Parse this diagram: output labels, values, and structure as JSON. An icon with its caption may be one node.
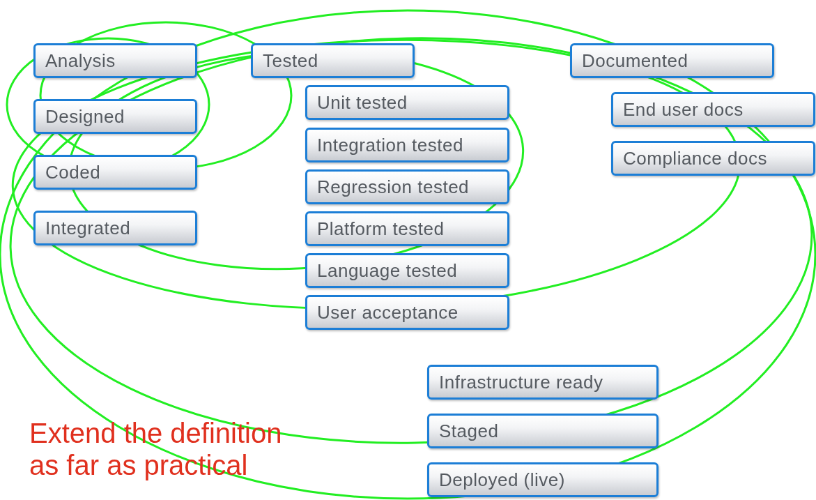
{
  "diagram": {
    "nodes": [
      {
        "text": [
          "Analysis"
        ]
      },
      {
        "text": [
          "Designed"
        ]
      },
      {
        "text": [
          "Coded"
        ]
      },
      {
        "text": [
          "Integrated"
        ]
      },
      {
        "text": [
          "Tested"
        ]
      },
      {
        "text": [
          "Unit tested"
        ]
      },
      {
        "text": [
          "Integration tested"
        ]
      },
      {
        "text": [
          "Regression tested"
        ]
      },
      {
        "text": [
          "Platform tested"
        ]
      },
      {
        "text": [
          "Language tested"
        ]
      },
      {
        "text": [
          "User acceptance"
        ]
      },
      {
        "text": [
          "Documented"
        ]
      },
      {
        "text": [
          "End user docs"
        ]
      },
      {
        "text": [
          "Compliance docs"
        ]
      },
      {
        "text": [
          "Infrastructure ready"
        ]
      },
      {
        "text": [
          "Staged"
        ]
      },
      {
        "text": [
          "Deployed (live)"
        ]
      }
    ],
    "edges": [],
    "labels": [
      "Extend the definition as far as practical"
    ]
  }
}
